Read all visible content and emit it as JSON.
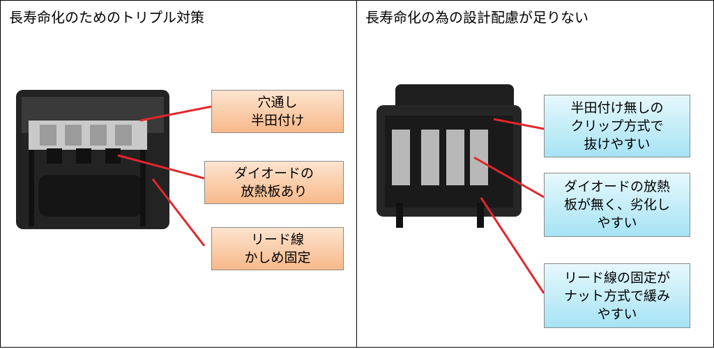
{
  "left": {
    "title": "長寿命化のためのトリプル対策",
    "callouts": [
      {
        "lines": [
          "穴通し",
          "半田付け"
        ]
      },
      {
        "lines": [
          "ダイオードの",
          "放熱板あり"
        ]
      },
      {
        "lines": [
          "リード線",
          "かしめ固定"
        ]
      }
    ]
  },
  "right": {
    "title": "長寿命化の為の設計配慮が足りない",
    "callouts": [
      {
        "lines": [
          "半田付け無しの",
          "クリップ方式で",
          "抜けやすい"
        ]
      },
      {
        "lines": [
          "ダイオードの放熱",
          "板が無く、劣化し",
          "やすい"
        ]
      },
      {
        "lines": [
          "リード線の固定が",
          "ナット方式で緩み",
          "やすい"
        ]
      }
    ]
  },
  "colors": {
    "leader_line": "#e3262b",
    "callout_orange": "#f7b98a",
    "callout_blue": "#a6e3f4",
    "housing": "#2b2b2b"
  }
}
